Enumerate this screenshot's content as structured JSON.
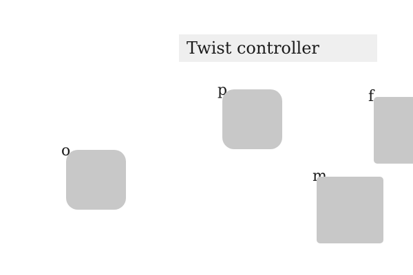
{
  "title": "Twist controller",
  "pads": [
    {
      "label": "o"
    },
    {
      "label": "p"
    },
    {
      "label": "f"
    },
    {
      "label": "m"
    }
  ],
  "colors": {
    "background": "#ffffff",
    "title_bar": "#efefef",
    "pad": "#c8c8c8",
    "text": "#1a1a1a"
  }
}
